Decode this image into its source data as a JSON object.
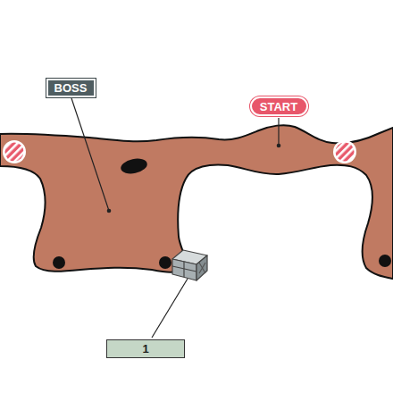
{
  "diagram": {
    "nodes": [
      {
        "text": [
          "BOSS"
        ]
      },
      {
        "text": [
          "START"
        ]
      },
      {
        "text": [
          "1"
        ]
      }
    ]
  }
}
